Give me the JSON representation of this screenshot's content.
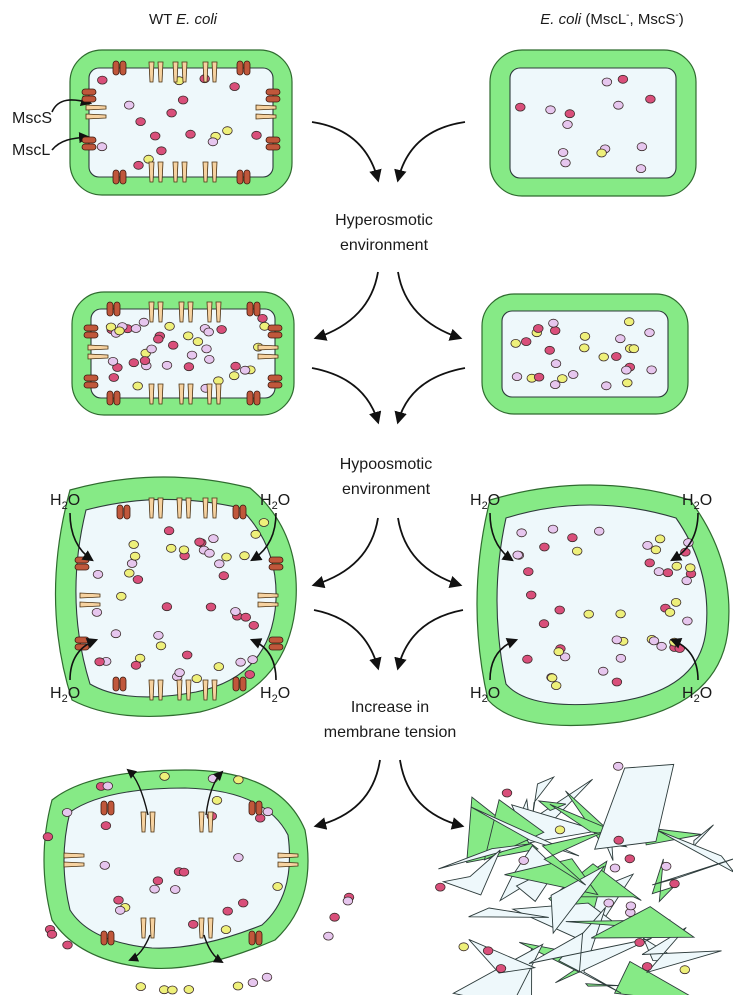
{
  "figure": {
    "headers": {
      "wt_prefix": "WT ",
      "wt_italic": "E. coli",
      "mut_italic": "E. coli",
      "mut_rest_a": " (MscL",
      "mut_sup_a": "-",
      "mut_rest_b": ", MscS",
      "mut_sup_b": "-",
      "mut_rest_c": ")"
    },
    "labels": {
      "mscs": "MscS",
      "mscl": "MscL",
      "hyper_line1": "Hyperosmotic",
      "hyper_line2": "environment",
      "hypo_line1": "Hypoosmotic",
      "hypo_line2": "environment",
      "tension_line1": "Increase in",
      "tension_line2": "membrane tension"
    },
    "water": {
      "h": "H",
      "sub": "2",
      "o": "O"
    },
    "colors": {
      "cell_wall": "#86ea86",
      "cell_wall_stroke": "#2f6b2f",
      "cytoplasm": "#eef8fb",
      "mscl_channel": "#c0573b",
      "mscs_channel": "#f6d2a0",
      "molecule_pink": "#d94f7a",
      "molecule_yellow": "#eef07a",
      "molecule_lilac": "#e6c6ee"
    }
  }
}
